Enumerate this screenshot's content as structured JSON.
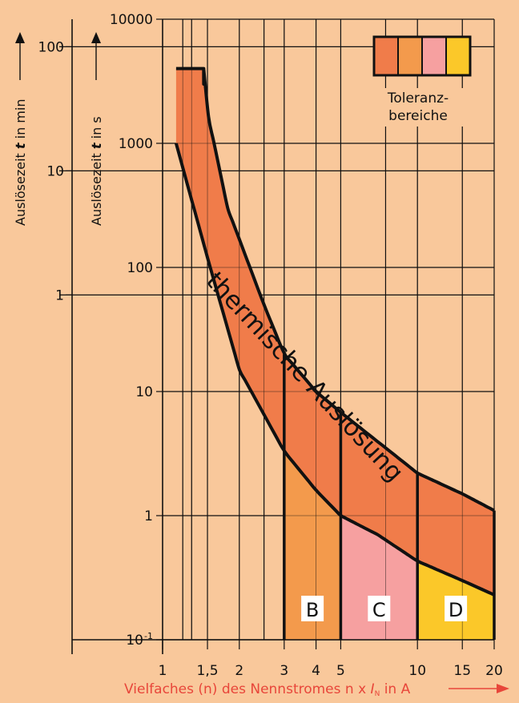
{
  "chart_data": {
    "type": "area",
    "title": "",
    "colors": {
      "background": "#f9c89b",
      "band": "#f07c4a",
      "B": "#f39a4c",
      "C": "#f6a0a0",
      "D": "#fbc829",
      "line": "#111111",
      "accent": "#e8463a"
    },
    "xscale": "log",
    "yscale": "log",
    "xlim": [
      1,
      20
    ],
    "ylim": [
      0.1,
      10000
    ],
    "grid": true,
    "x_ticks": [
      {
        "value": 1,
        "label": "1"
      },
      {
        "value": 1.5,
        "label": "1,5"
      },
      {
        "value": 2,
        "label": "2"
      },
      {
        "value": 3,
        "label": "3"
      },
      {
        "value": 4,
        "label": "4"
      },
      {
        "value": 5,
        "label": "5"
      },
      {
        "value": 10,
        "label": "10"
      },
      {
        "value": 15,
        "label": "15"
      },
      {
        "value": 20,
        "label": "20"
      }
    ],
    "x_minor": [
      1.2,
      1.3,
      2.5,
      7.5
    ],
    "y_ticks_s": [
      {
        "value": 10000,
        "label": "10000"
      },
      {
        "value": 1000,
        "label": "1000"
      },
      {
        "value": 100,
        "label": "100"
      },
      {
        "value": 10,
        "label": "10"
      },
      {
        "value": 1,
        "label": "1"
      },
      {
        "value": 0.1,
        "label": "10",
        "sup": "-1"
      }
    ],
    "y_ticks_min": [
      {
        "value": 6000,
        "label": "100"
      },
      {
        "value": 600,
        "label": "10"
      },
      {
        "value": 60,
        "label": "1"
      }
    ],
    "xlabel": {
      "main": "Vielfaches (n) des Nennstromes  n x ",
      "sym": "I",
      "sub": "N",
      "unit": " in A"
    },
    "ylabel_s": {
      "pre": "Auslösezeit  ",
      "sym": "t",
      "post": "  in s"
    },
    "ylabel_min": {
      "pre": "Auslösezeit  ",
      "sym": "t",
      "post": "  in min"
    },
    "series": [
      {
        "name": "",
        "points": [
          [
            1.13,
            4000
          ],
          [
            1.45,
            4000
          ],
          [
            1.5,
            1800
          ],
          [
            1.8,
            300
          ],
          [
            2.5,
            50
          ],
          [
            3,
            20
          ],
          [
            4,
            10
          ],
          [
            5,
            6.8
          ],
          [
            10,
            2.2
          ],
          [
            15,
            1.5
          ],
          [
            20,
            1.1
          ]
        ]
      },
      {
        "name": "",
        "points": [
          [
            1.13,
            4000
          ],
          [
            1.13,
            1000
          ],
          [
            1.5,
            120
          ],
          [
            2,
            15
          ],
          [
            3,
            3.3
          ],
          [
            4,
            1.6
          ],
          [
            5,
            1.0
          ],
          [
            7,
            0.7
          ],
          [
            10,
            0.43
          ],
          [
            15,
            0.3
          ],
          [
            20,
            0.23
          ]
        ]
      }
    ],
    "band_label": "thermische Auslösung",
    "zones": [
      {
        "name": "B",
        "x_range": [
          3,
          5
        ]
      },
      {
        "name": "C",
        "x_range": [
          5,
          10
        ]
      },
      {
        "name": "D",
        "x_range": [
          10,
          20
        ]
      }
    ],
    "legend": {
      "position": "top-right",
      "swatches": [
        "#f07c4a",
        "#f39a4c",
        "#f6a0a0",
        "#fbc829"
      ],
      "label_line1": "Toleranz-",
      "label_line2": "bereiche"
    }
  }
}
